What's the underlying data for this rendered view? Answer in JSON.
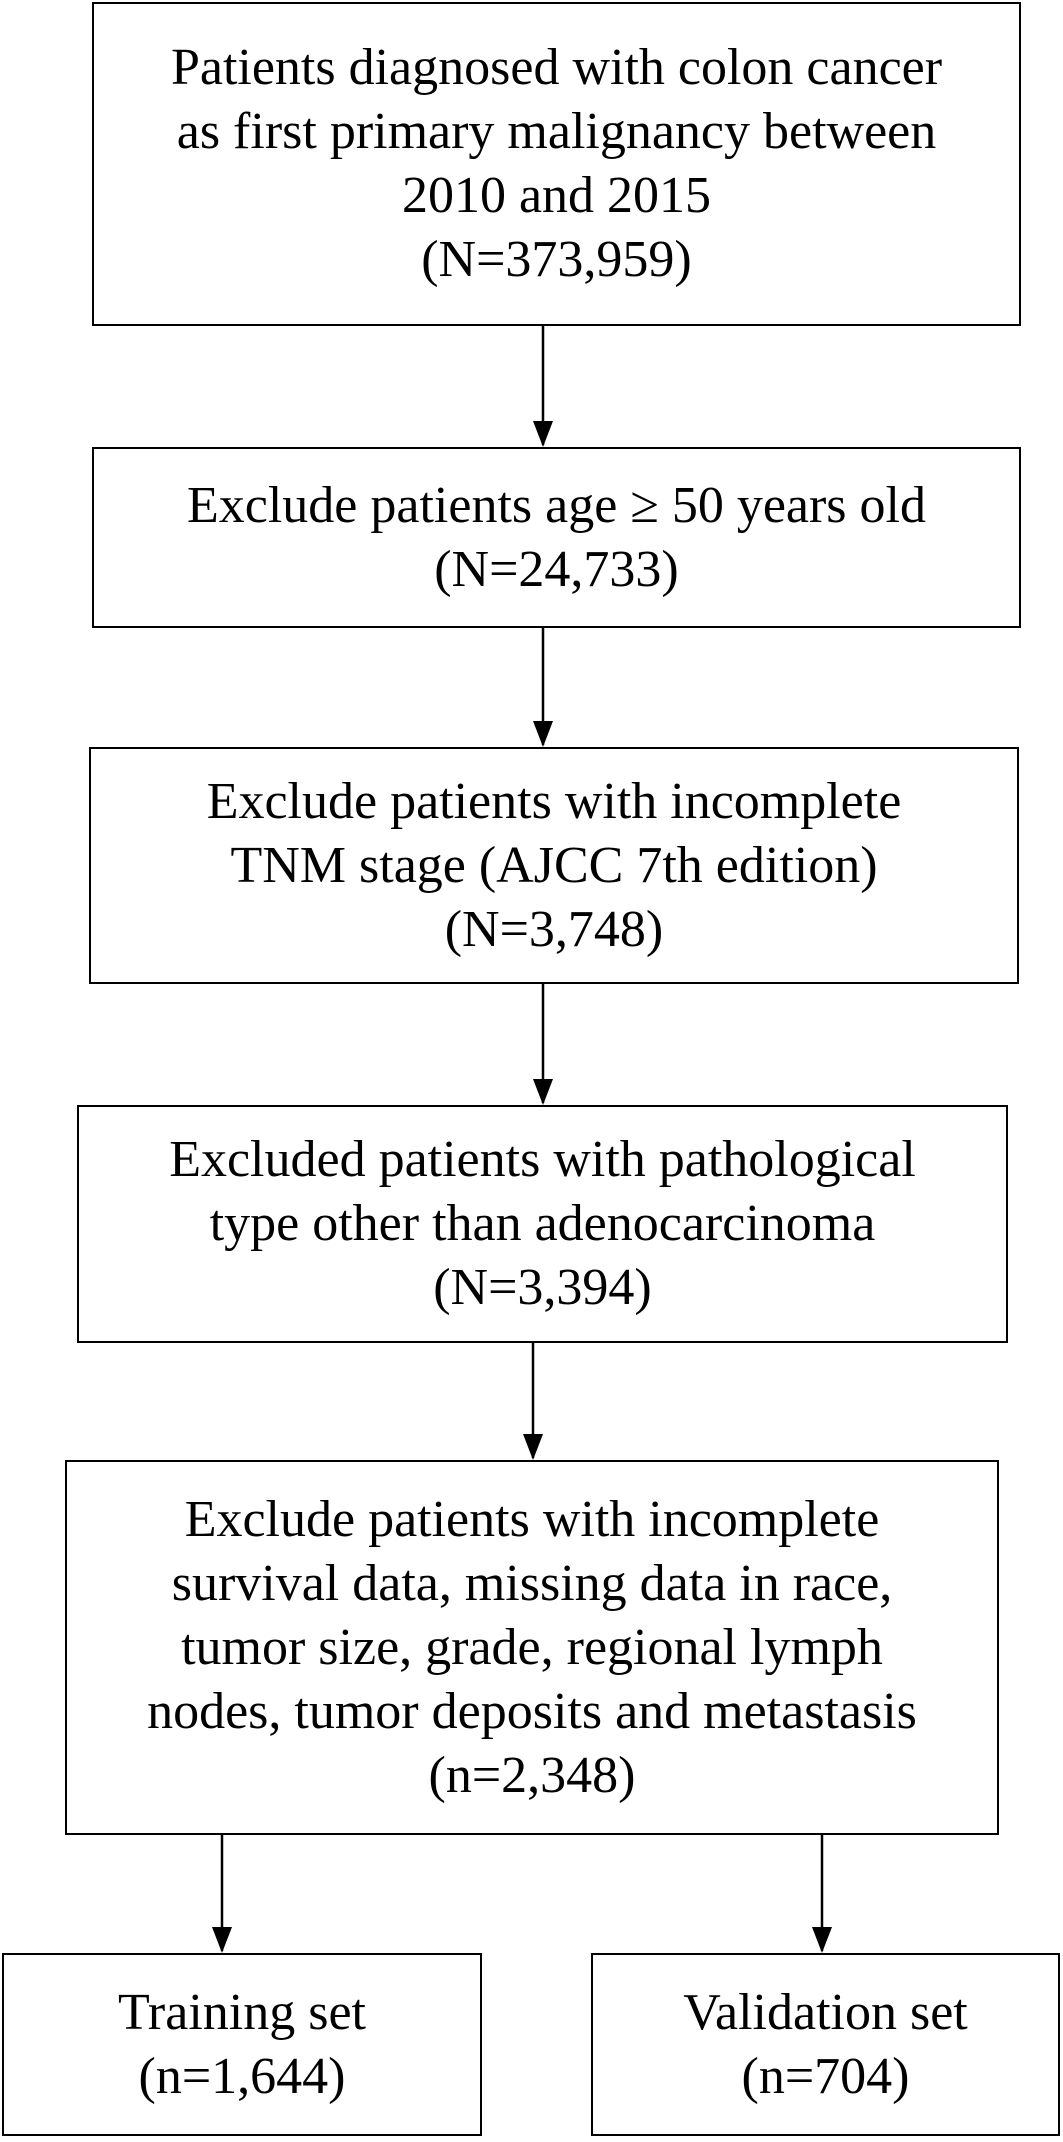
{
  "boxes": {
    "b1": {
      "lines": [
        "Patients diagnosed with colon cancer",
        "as first primary malignancy between",
        "2010 and 2015",
        "(N=373,959)"
      ]
    },
    "b2": {
      "lines": [
        "Exclude patients age ≥ 50 years old",
        "(N=24,733)"
      ]
    },
    "b3": {
      "lines": [
        "Exclude patients with incomplete",
        "TNM stage (AJCC 7th edition)",
        "(N=3,748)"
      ]
    },
    "b4": {
      "lines": [
        "Excluded patients with pathological",
        "type other than adenocarcinoma",
        "(N=3,394)"
      ]
    },
    "b5": {
      "lines": [
        "Exclude patients with incomplete",
        "survival data, missing data in race,",
        "tumor size, grade, regional lymph",
        "nodes, tumor deposits and metastasis",
        "(n=2,348)"
      ]
    },
    "b6": {
      "lines": [
        "Training set",
        "(n=1,644)"
      ]
    },
    "b7": {
      "lines": [
        "Validation set",
        "(n=704)"
      ]
    }
  },
  "edges": [
    {
      "from": "b1",
      "to": "b2"
    },
    {
      "from": "b2",
      "to": "b3"
    },
    {
      "from": "b3",
      "to": "b4"
    },
    {
      "from": "b4",
      "to": "b5"
    },
    {
      "from": "b5",
      "to": "b6"
    },
    {
      "from": "b5",
      "to": "b7"
    }
  ],
  "colors": {
    "stroke": "#000000",
    "background": "#ffffff"
  }
}
